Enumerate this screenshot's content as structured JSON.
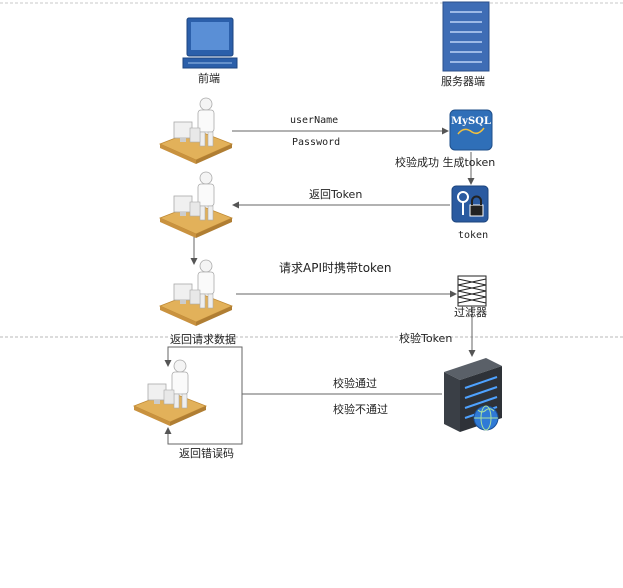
{
  "nodes": {
    "frontend": "前端",
    "server": "服务器端",
    "mysql_badge": "MySQL",
    "token_store": "token",
    "filter": "过滤器"
  },
  "edges": {
    "username": "userName",
    "password": "Password",
    "verify_generate": "校验成功 生成token",
    "return_token": "返回Token",
    "request_with_token": "请求API时携带token",
    "verify_token": "校验Token",
    "return_data": "返回请求数据",
    "pass": "校验通过",
    "fail": "校验不通过",
    "return_error": "返回错误码"
  },
  "colors": {
    "computer_blue": "#2b5faa",
    "server_blue": "#3f6db5",
    "desk_wood": "#e2b15a",
    "server_dark": "#2e3238",
    "line": "#666666",
    "divider": "#b8b8b8"
  }
}
